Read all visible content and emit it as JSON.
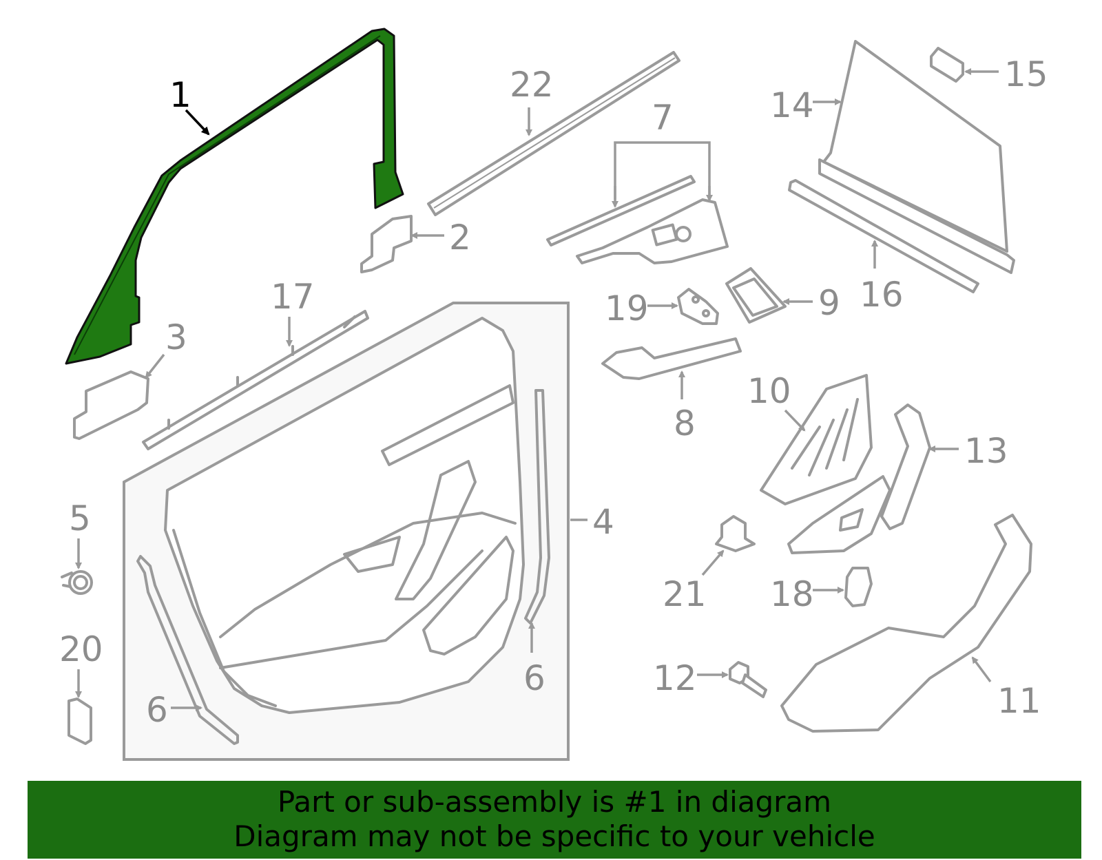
{
  "diagram": {
    "highlight_color": "#1f7a12",
    "part_color": "#9a9a9a",
    "labels": {
      "p1": "1",
      "p2": "2",
      "p3": "3",
      "p4": "4",
      "p5": "5",
      "p6a": "6",
      "p6b": "6",
      "p7": "7",
      "p8": "8",
      "p9": "9",
      "p10": "10",
      "p11": "11",
      "p12": "12",
      "p13": "13",
      "p14": "14",
      "p15": "15",
      "p16": "16",
      "p17": "17",
      "p18": "18",
      "p19": "19",
      "p20": "20",
      "p21": "21",
      "p22": "22"
    }
  },
  "banner": {
    "background": "#1b6e11",
    "line1": "Part or sub-assembly is #1 in diagram",
    "line2": "Diagram may not be specific to your vehicle"
  }
}
